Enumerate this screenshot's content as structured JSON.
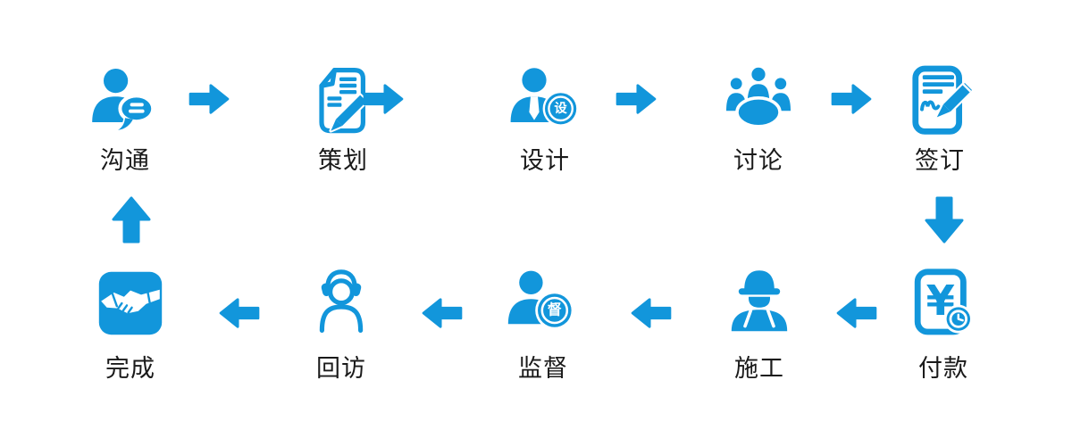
{
  "colors": {
    "primary": "#1296DB",
    "text": "#1a1a1a",
    "background": "#ffffff"
  },
  "flow": {
    "description": "circular process flow",
    "top_row": [
      {
        "label": "沟通"
      },
      {
        "label": "策划"
      },
      {
        "label": "设计",
        "badge": "设"
      },
      {
        "label": "讨论"
      },
      {
        "label": "签订"
      }
    ],
    "bottom_row": [
      {
        "label": "完成"
      },
      {
        "label": "回访"
      },
      {
        "label": "监督",
        "badge": "督"
      },
      {
        "label": "施工"
      },
      {
        "label": "付款",
        "symbol": "¥"
      }
    ]
  }
}
